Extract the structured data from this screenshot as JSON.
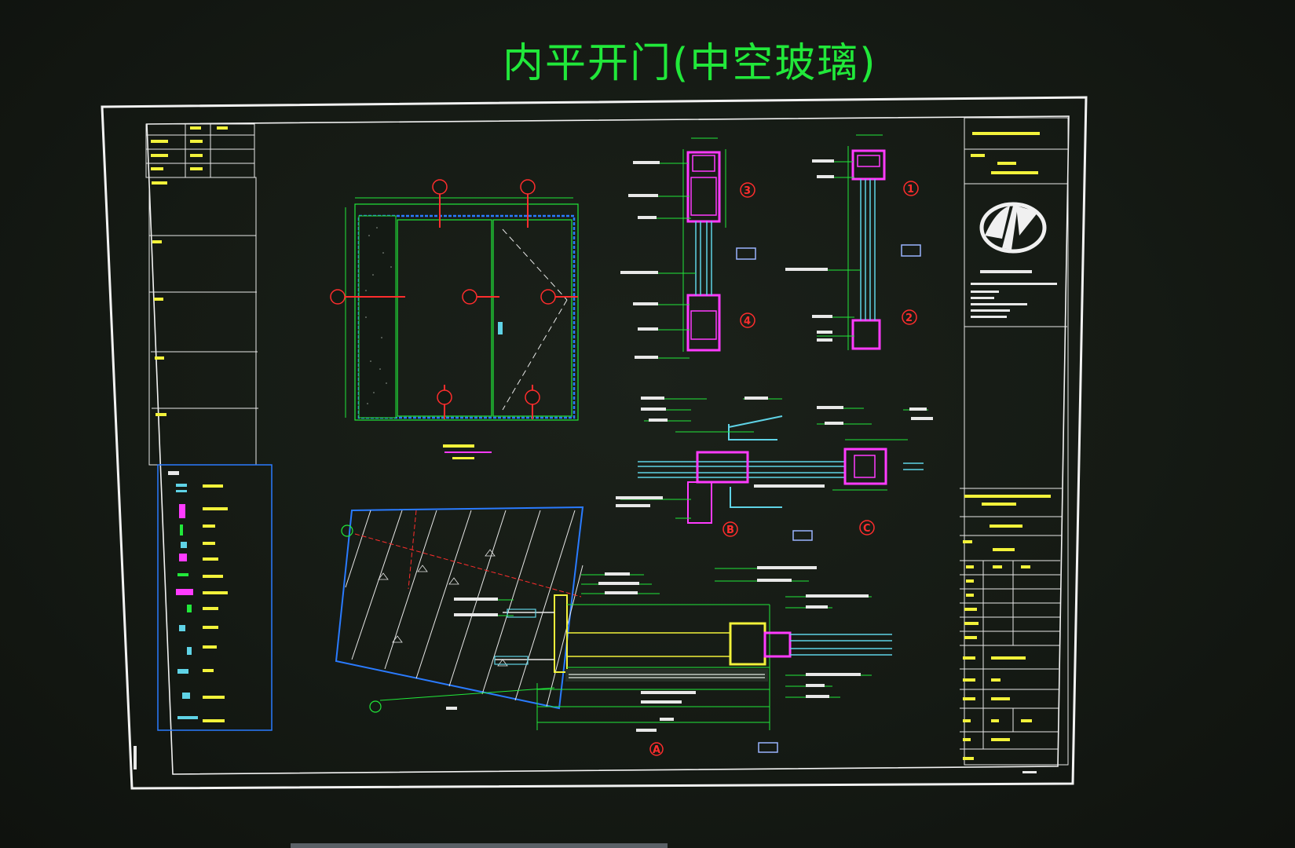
{
  "drawing": {
    "title": "内平开门(中空玻璃)",
    "section_marks": [
      "3",
      "4",
      "1",
      "2",
      "B",
      "C",
      "A"
    ],
    "colors": {
      "title": "#21e83a",
      "frame": "#f0f0f0",
      "profile": "#ff3bff",
      "glass": "#5fd3e6",
      "dim": "#21e83a",
      "mark": "#ff2d2d",
      "legend_border": "#2a7bff",
      "text": "#f2f23a"
    },
    "icons": [
      "company-logo-icon"
    ]
  }
}
